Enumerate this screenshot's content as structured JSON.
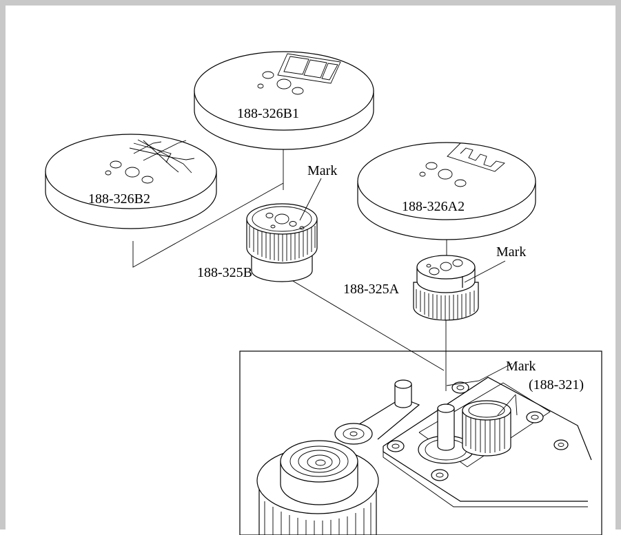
{
  "diagram": {
    "labels": {
      "disc_b1": "188-326B1",
      "disc_b2": "188-326B2",
      "disc_a2": "188-326A2",
      "gear_b": "188-325B",
      "gear_a": "188-325A",
      "mark_b": "Mark",
      "mark_a": "Mark",
      "mark_base": "Mark",
      "base_part": "(188-321)"
    }
  }
}
